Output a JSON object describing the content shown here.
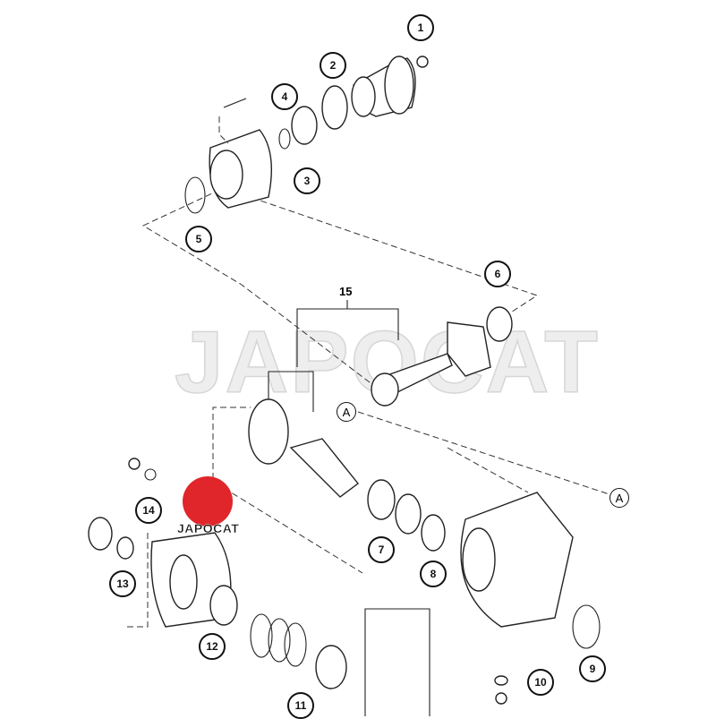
{
  "watermark": "JAPOCAT",
  "logo": {
    "text": "JAPOCAT",
    "color": "#e0262a"
  },
  "group_label": "15",
  "reference_marks": [
    "A",
    "A"
  ],
  "callouts": [
    "1",
    "2",
    "3",
    "4",
    "5",
    "6",
    "7",
    "8",
    "9",
    "10",
    "11",
    "12",
    "13",
    "14"
  ]
}
